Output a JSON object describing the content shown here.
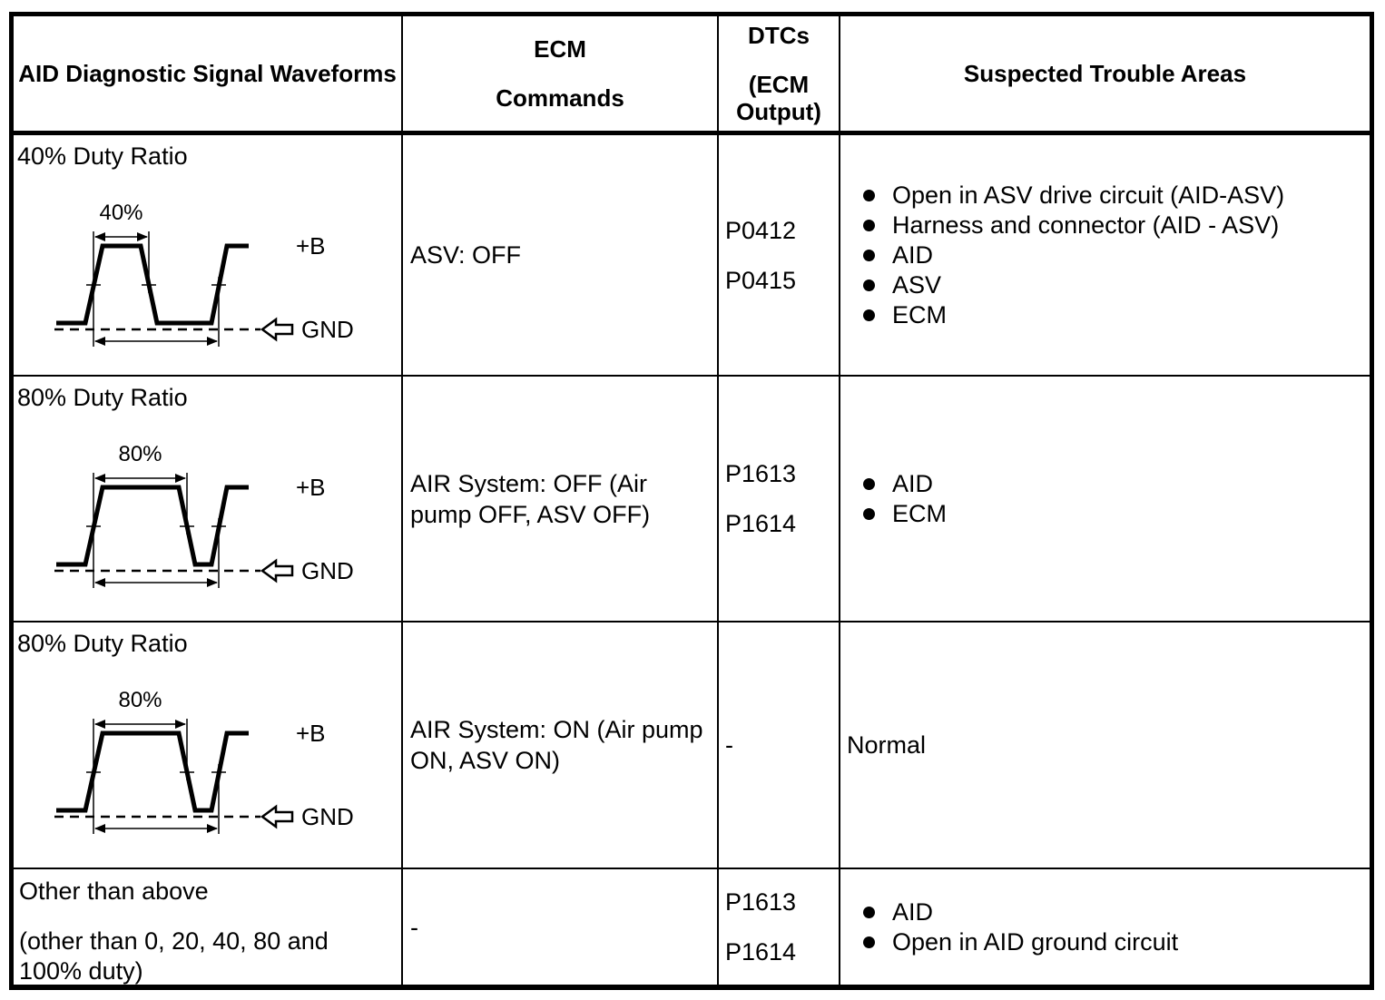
{
  "colors": {
    "ink": "#000000",
    "paper": "#ffffff"
  },
  "table": {
    "headers": [
      {
        "label": "AID Diagnostic Signal Waveforms"
      },
      {
        "lines": [
          "ECM",
          "Commands"
        ]
      },
      {
        "lines": [
          "DTCs",
          "(ECM Output)"
        ]
      },
      {
        "label": "Suspected Trouble Areas"
      }
    ],
    "rows": [
      {
        "waveform": {
          "title": "40% Duty Ratio",
          "duty": 40,
          "duty_label": "40%",
          "high_label": "+B",
          "low_label": "GND",
          "gnd_arrow_icon": "left-block-arrow"
        },
        "ecm_command": "ASV: OFF",
        "dtcs": [
          "P0412",
          "P0415"
        ],
        "trouble_areas": {
          "bullets": [
            "Open in ASV drive circuit (AID-ASV)",
            "Harness and connector (AID - ASV)",
            "AID",
            "ASV",
            "ECM"
          ]
        }
      },
      {
        "waveform": {
          "title": "80% Duty Ratio",
          "duty": 80,
          "duty_label": "80%",
          "high_label": "+B",
          "low_label": "GND",
          "gnd_arrow_icon": "left-block-arrow"
        },
        "ecm_command": "AIR System: OFF (Air pump OFF, ASV OFF)",
        "dtcs": [
          "P1613",
          "P1614"
        ],
        "trouble_areas": {
          "bullets": [
            "AID",
            "ECM"
          ]
        }
      },
      {
        "waveform": {
          "title": "80% Duty Ratio",
          "duty": 80,
          "duty_label": "80%",
          "high_label": "+B",
          "low_label": "GND",
          "gnd_arrow_icon": "left-block-arrow"
        },
        "ecm_command": "AIR System: ON (Air pump ON, ASV ON)",
        "dtcs": [
          "-"
        ],
        "trouble_areas": {
          "text": "Normal"
        }
      },
      {
        "lines": [
          "Other than above",
          "(other than 0, 20, 40, 80 and 100% duty)"
        ],
        "ecm_command": "-",
        "dtcs": [
          "P1613",
          "P1614"
        ],
        "trouble_areas": {
          "bullets": [
            "AID",
            "Open in AID ground circuit"
          ]
        }
      }
    ]
  }
}
